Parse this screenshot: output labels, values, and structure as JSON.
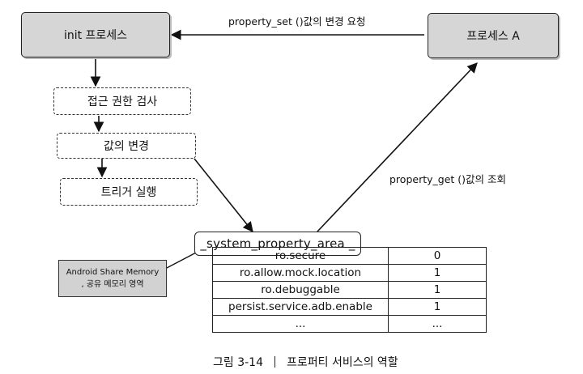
{
  "processes": {
    "init": "init 프로세스",
    "process_a": "프로세스 A"
  },
  "steps": [
    "접근 권한 검사",
    "값의 변경",
    "트리거 실행"
  ],
  "edges": {
    "property_set": "property_set ()값의 변경 요청",
    "property_get": "property_get ()값의 조회"
  },
  "area": {
    "label": "_system_property_area _"
  },
  "memory_note": {
    "line1": "Android Share Memory",
    "line2": ", 공유 메모리 영역"
  },
  "properties": [
    {
      "key": "ro.secure",
      "value": "0"
    },
    {
      "key": "ro.allow.mock.location",
      "value": "1"
    },
    {
      "key": "ro.debuggable",
      "value": "1"
    },
    {
      "key": "persist.service.adb.enable",
      "value": "1"
    },
    {
      "key": "...",
      "value": "..."
    }
  ],
  "caption": {
    "figure": "그림 3-14",
    "title": "프로퍼티 서비스의 역할"
  }
}
